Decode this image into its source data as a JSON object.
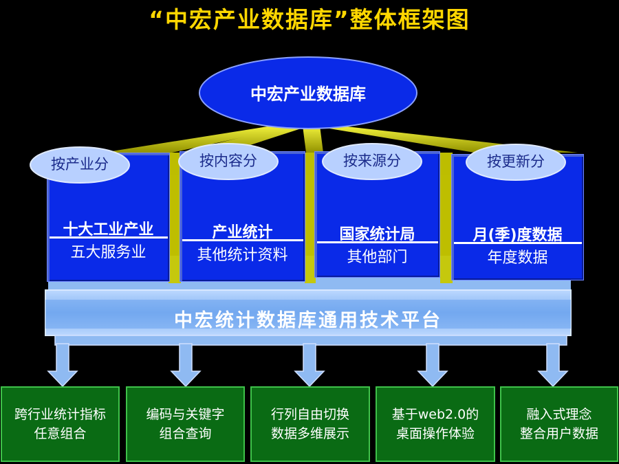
{
  "title": "“中宏产业数据库”整体框架图",
  "root": "中宏产业数据库",
  "columns": [
    {
      "category": "按产业分",
      "main": "十大工业产业",
      "sub": "五大服务业"
    },
    {
      "category": "按内容分",
      "main": "产业统计",
      "sub": "其他统计资料"
    },
    {
      "category": "按来源分",
      "main": "国家统计局",
      "sub": "其他部门"
    },
    {
      "category": "按更新分",
      "main": "月(季)度数据",
      "sub": "年度数据"
    }
  ],
  "platform": "中宏统计数据库通用技术平台",
  "features": [
    {
      "line1": "跨行业统计指标",
      "line2": "任意组合"
    },
    {
      "line1": "编码与关键字",
      "line2": "组合查询"
    },
    {
      "line1": "行列自由切换",
      "line2": "数据多维展示"
    },
    {
      "line1": "基于web2.0的",
      "line2": "桌面操作体验"
    },
    {
      "line1": "融入式理念",
      "line2": "整合用户数据"
    }
  ],
  "colors": {
    "title": "#FFD700",
    "blue": "#0A2AE8",
    "platform": "#7FB0F0",
    "green": "#0A6B14",
    "beam": "#E6E600"
  }
}
